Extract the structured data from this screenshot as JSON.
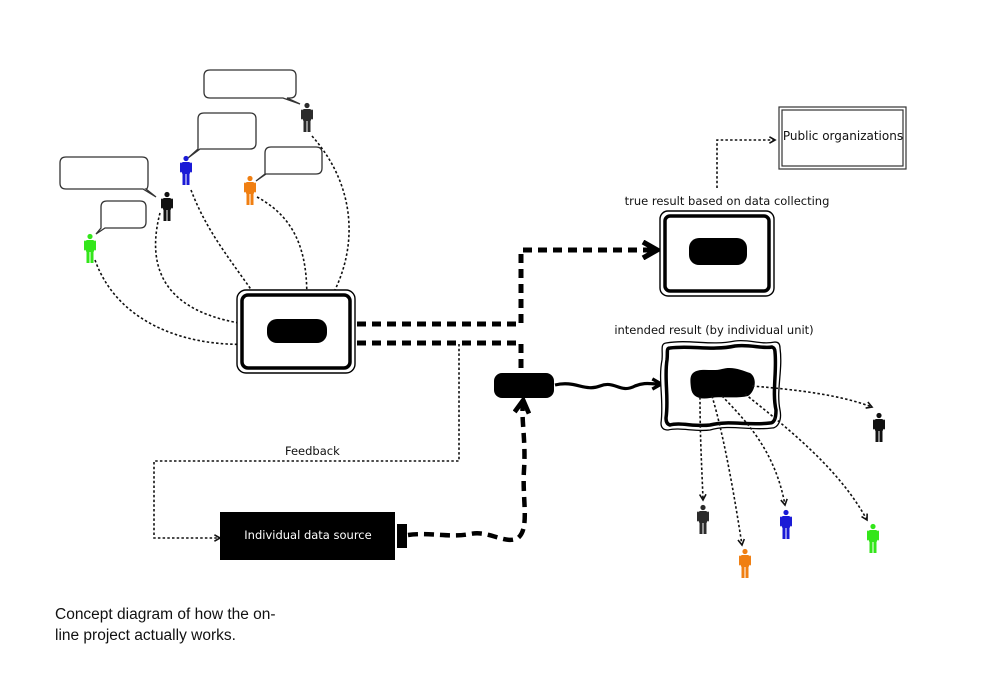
{
  "diagram": {
    "labels": {
      "public_organizations": "Public organizations",
      "true_result": "true result based on data collecting",
      "intended_result": "intended result  (by individual unit)",
      "feedback": "Feedback",
      "individual_data_source": "Individual data source"
    },
    "caption_line1": "Concept diagram of how  the  on-",
    "caption_line2": "line project actually works.",
    "colors": {
      "black": "#111111",
      "dark_gray": "#2b2b2b",
      "blue": "#1a1ad6",
      "orange": "#f07f12",
      "green": "#33e61a"
    },
    "input_people": [
      {
        "name": "person-green",
        "color": "green"
      },
      {
        "name": "person-black-left",
        "color": "black"
      },
      {
        "name": "person-blue",
        "color": "blue"
      },
      {
        "name": "person-orange",
        "color": "orange"
      },
      {
        "name": "person-dark-top",
        "color": "dark_gray"
      }
    ],
    "output_people": [
      {
        "name": "person-dark-gray-out",
        "color": "dark_gray"
      },
      {
        "name": "person-orange-out",
        "color": "orange"
      },
      {
        "name": "person-blue-out",
        "color": "blue"
      },
      {
        "name": "person-green-out",
        "color": "green"
      },
      {
        "name": "person-black-out",
        "color": "black"
      }
    ]
  }
}
